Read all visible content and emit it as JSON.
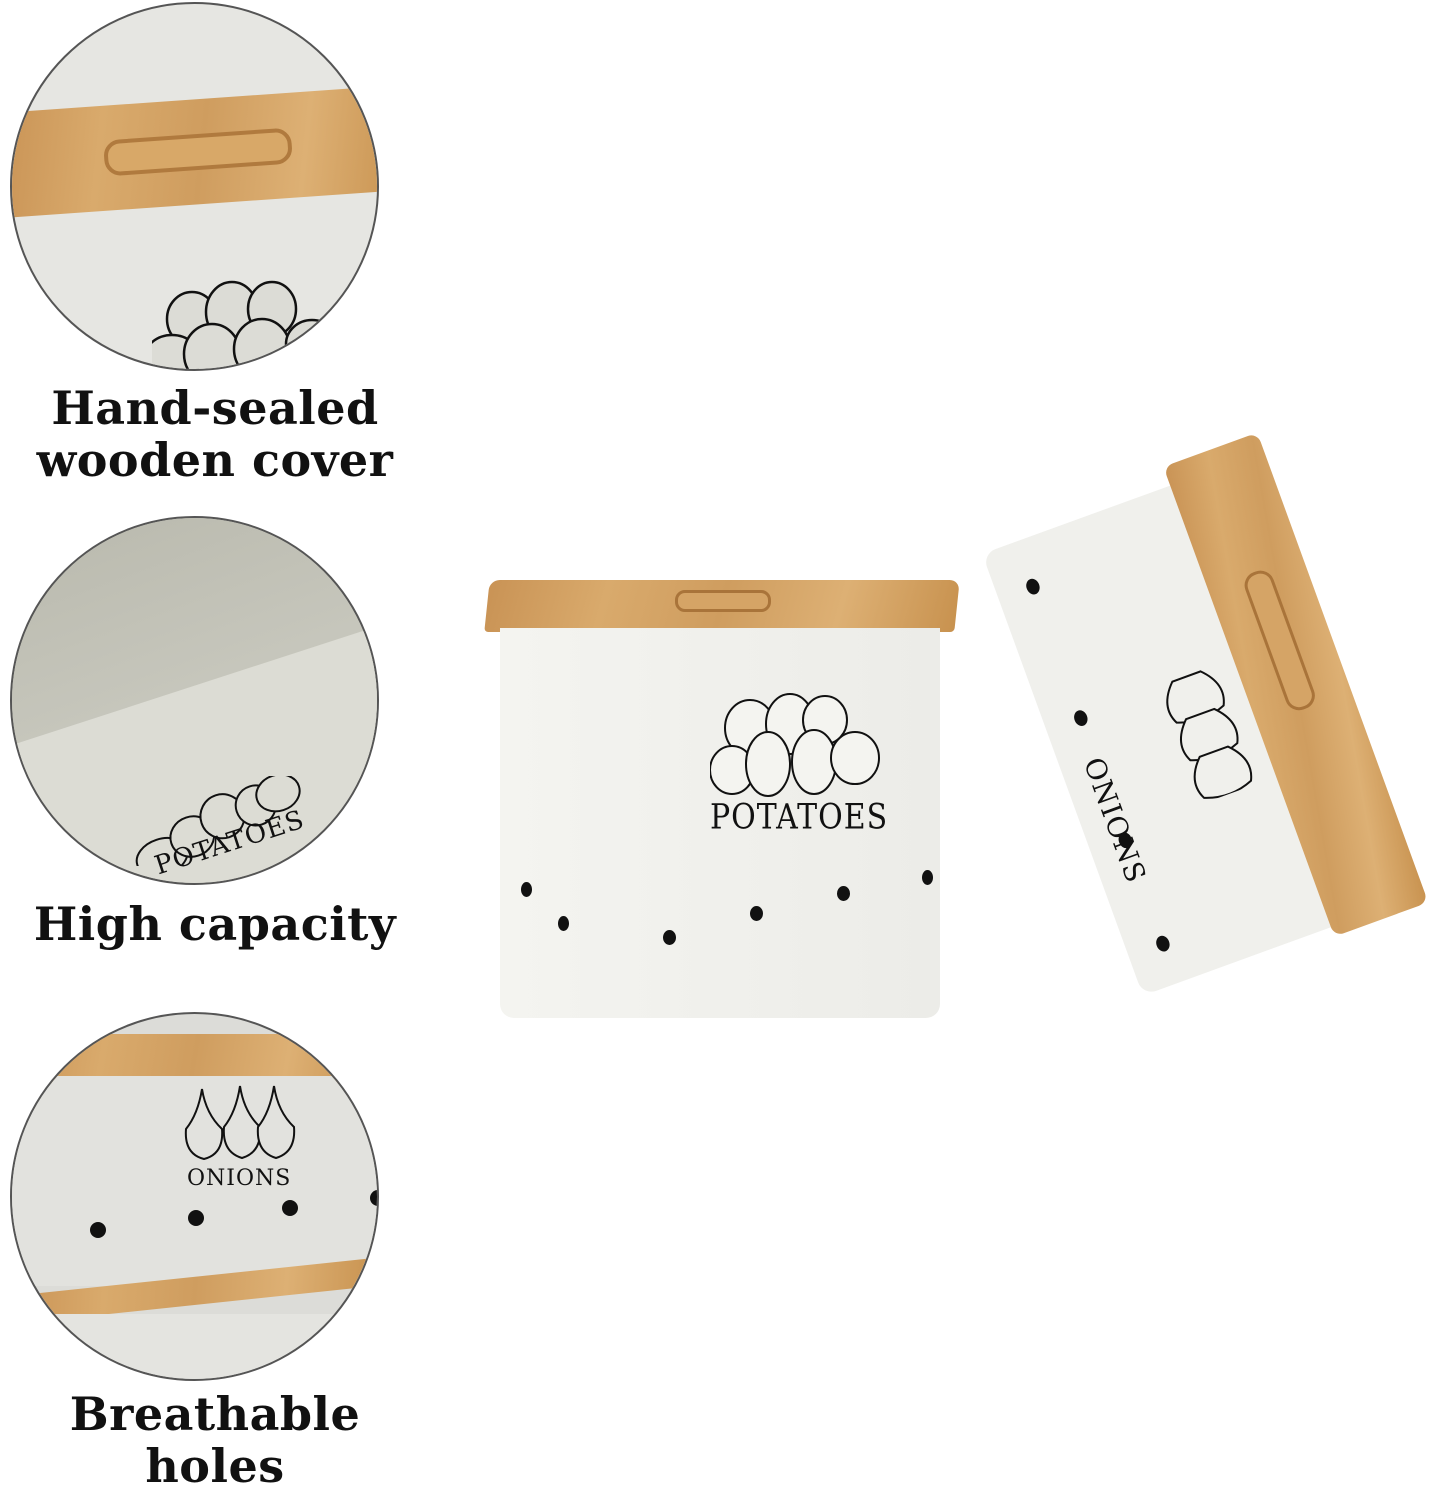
{
  "features": [
    {
      "id": "lid",
      "caption_line1": "Hand-sealed",
      "caption_line2": "wooden cover",
      "detail_label": ""
    },
    {
      "id": "capacity",
      "caption_line1": "High capacity",
      "caption_line2": "",
      "detail_label": "POTATOES"
    },
    {
      "id": "holes",
      "caption_line1": "Breathable holes",
      "caption_line2": "",
      "detail_label": "ONIONS"
    }
  ],
  "product": {
    "left_canister_label": "POTATOES",
    "right_canister_label": "ONIONS"
  },
  "colors": {
    "wood": "#d4a264",
    "canister_white": "#f2f2ee",
    "hole": "#111111",
    "text": "#111111",
    "circle_border": "#555555"
  }
}
